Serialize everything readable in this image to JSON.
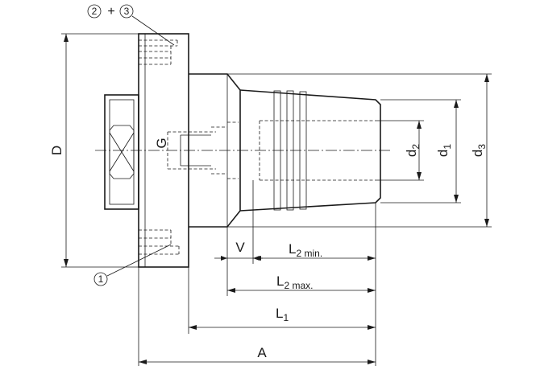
{
  "labels": {
    "D": "D",
    "G": "G",
    "d1": "d",
    "d1_sub": "1",
    "d2": "d",
    "d2_sub": "2",
    "d3": "d",
    "d3_sub": "3",
    "V": "V",
    "L1": "L",
    "L1_sub": "1",
    "L2min": "L",
    "L2min_sub": "2 min.",
    "L2max": "L",
    "L2max_sub": "2 max.",
    "A": "A"
  },
  "callouts": {
    "part1": "1",
    "part2": "2",
    "plus": "+",
    "part3": "3"
  },
  "colors": {
    "line": "#1a1a1a",
    "background": "#ffffff"
  }
}
